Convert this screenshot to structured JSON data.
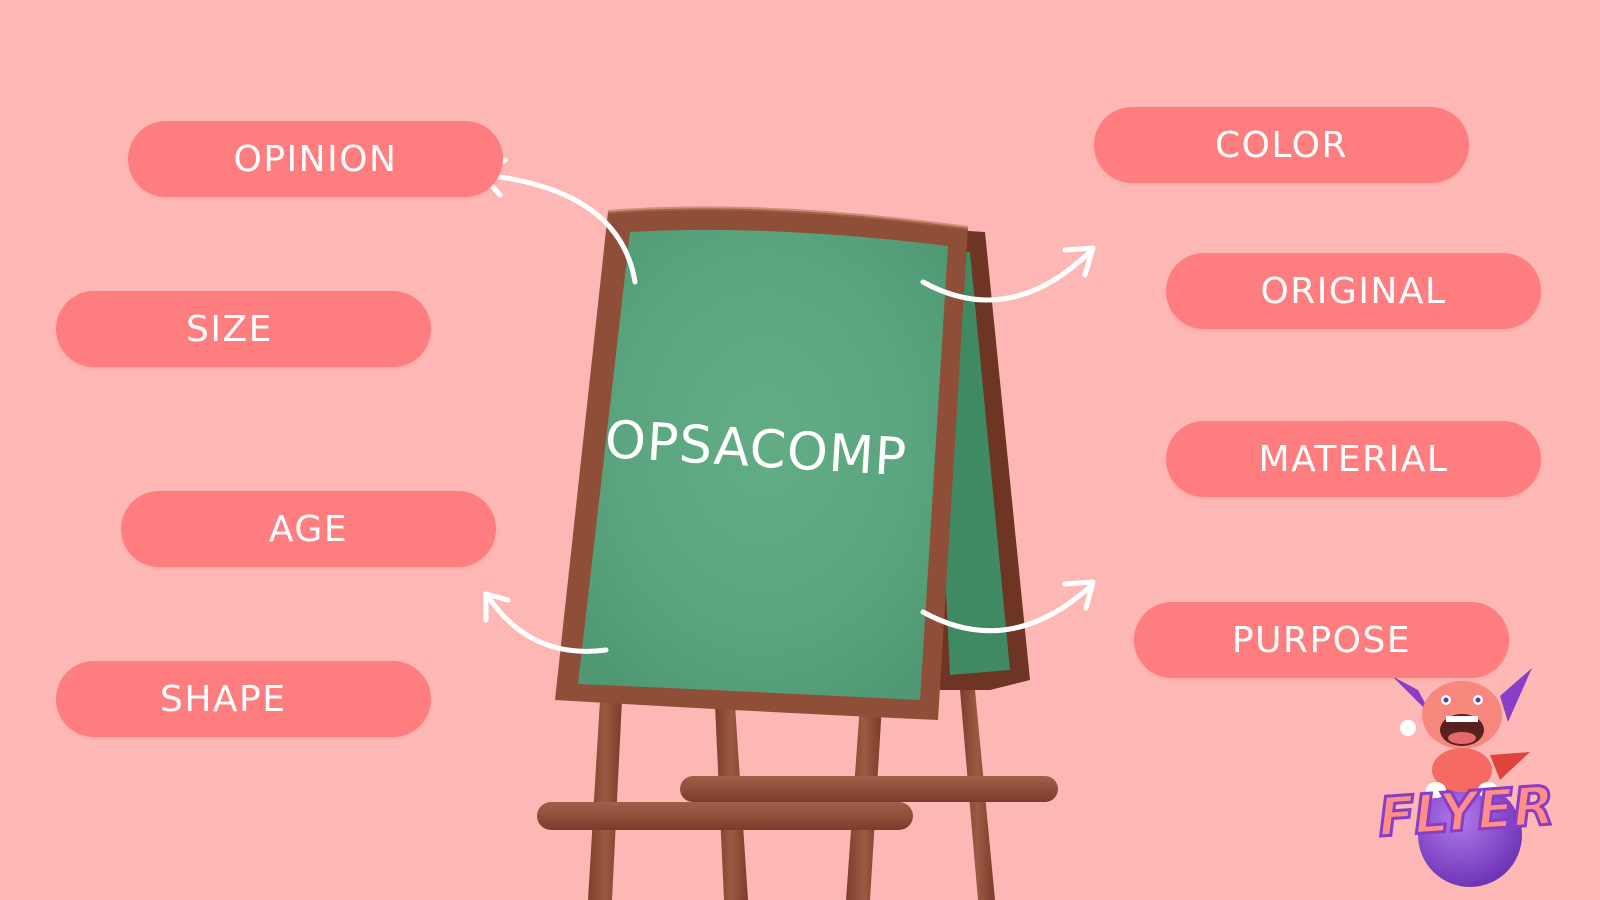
{
  "center": {
    "label": "OPSACOMP"
  },
  "left_pills": [
    {
      "label": "OPINION"
    },
    {
      "label": "SIZE"
    },
    {
      "label": "AGE"
    },
    {
      "label": "SHAPE"
    }
  ],
  "right_pills": [
    {
      "label": "COLOR"
    },
    {
      "label": "ORIGINAL"
    },
    {
      "label": "MATERIAL"
    },
    {
      "label": "PURPOSE"
    }
  ],
  "logo": {
    "text": "FLYER"
  },
  "colors": {
    "background": "#fdb8b6",
    "pill": "#fe7d7f",
    "board": "#5aa57f",
    "frame": "#8b4a36",
    "arrow": "#ffffff",
    "logo_purple": "#8a3dc9"
  }
}
